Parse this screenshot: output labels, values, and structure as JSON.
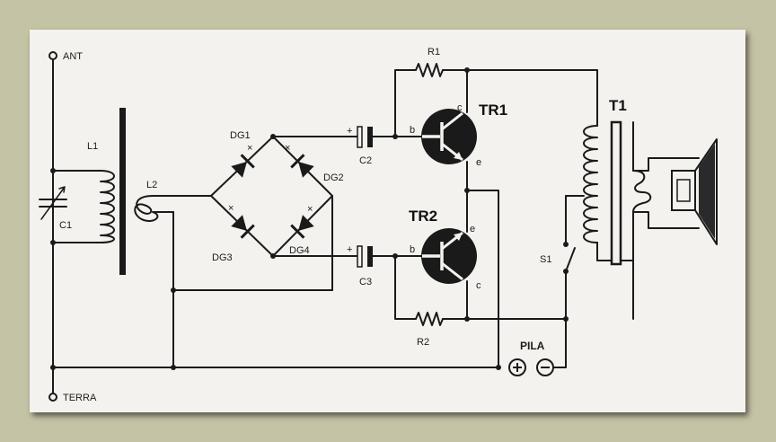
{
  "labels": {
    "ant": "ANT",
    "terra": "TERRA",
    "l1": "L1",
    "l2": "L2",
    "c1": "C1",
    "dg1": "DG1",
    "dg2": "DG2",
    "dg3": "DG3",
    "dg4": "DG4",
    "c2": "C2",
    "c3": "C3",
    "r1": "R1",
    "r2": "R2",
    "tr1": "TR1",
    "tr2": "TR2",
    "t1": "T1",
    "s1": "S1",
    "pila": "PILA",
    "b1": "b",
    "c_tr1": "c",
    "e_tr1": "e",
    "b2": "b",
    "e_tr2": "e",
    "c_tr2": "c",
    "plus_c2": "+",
    "plus_c3": "+"
  },
  "colors": {
    "background": "#c5c3a5",
    "paper": "#f3f2ee",
    "ink": "#1a1a1a"
  }
}
